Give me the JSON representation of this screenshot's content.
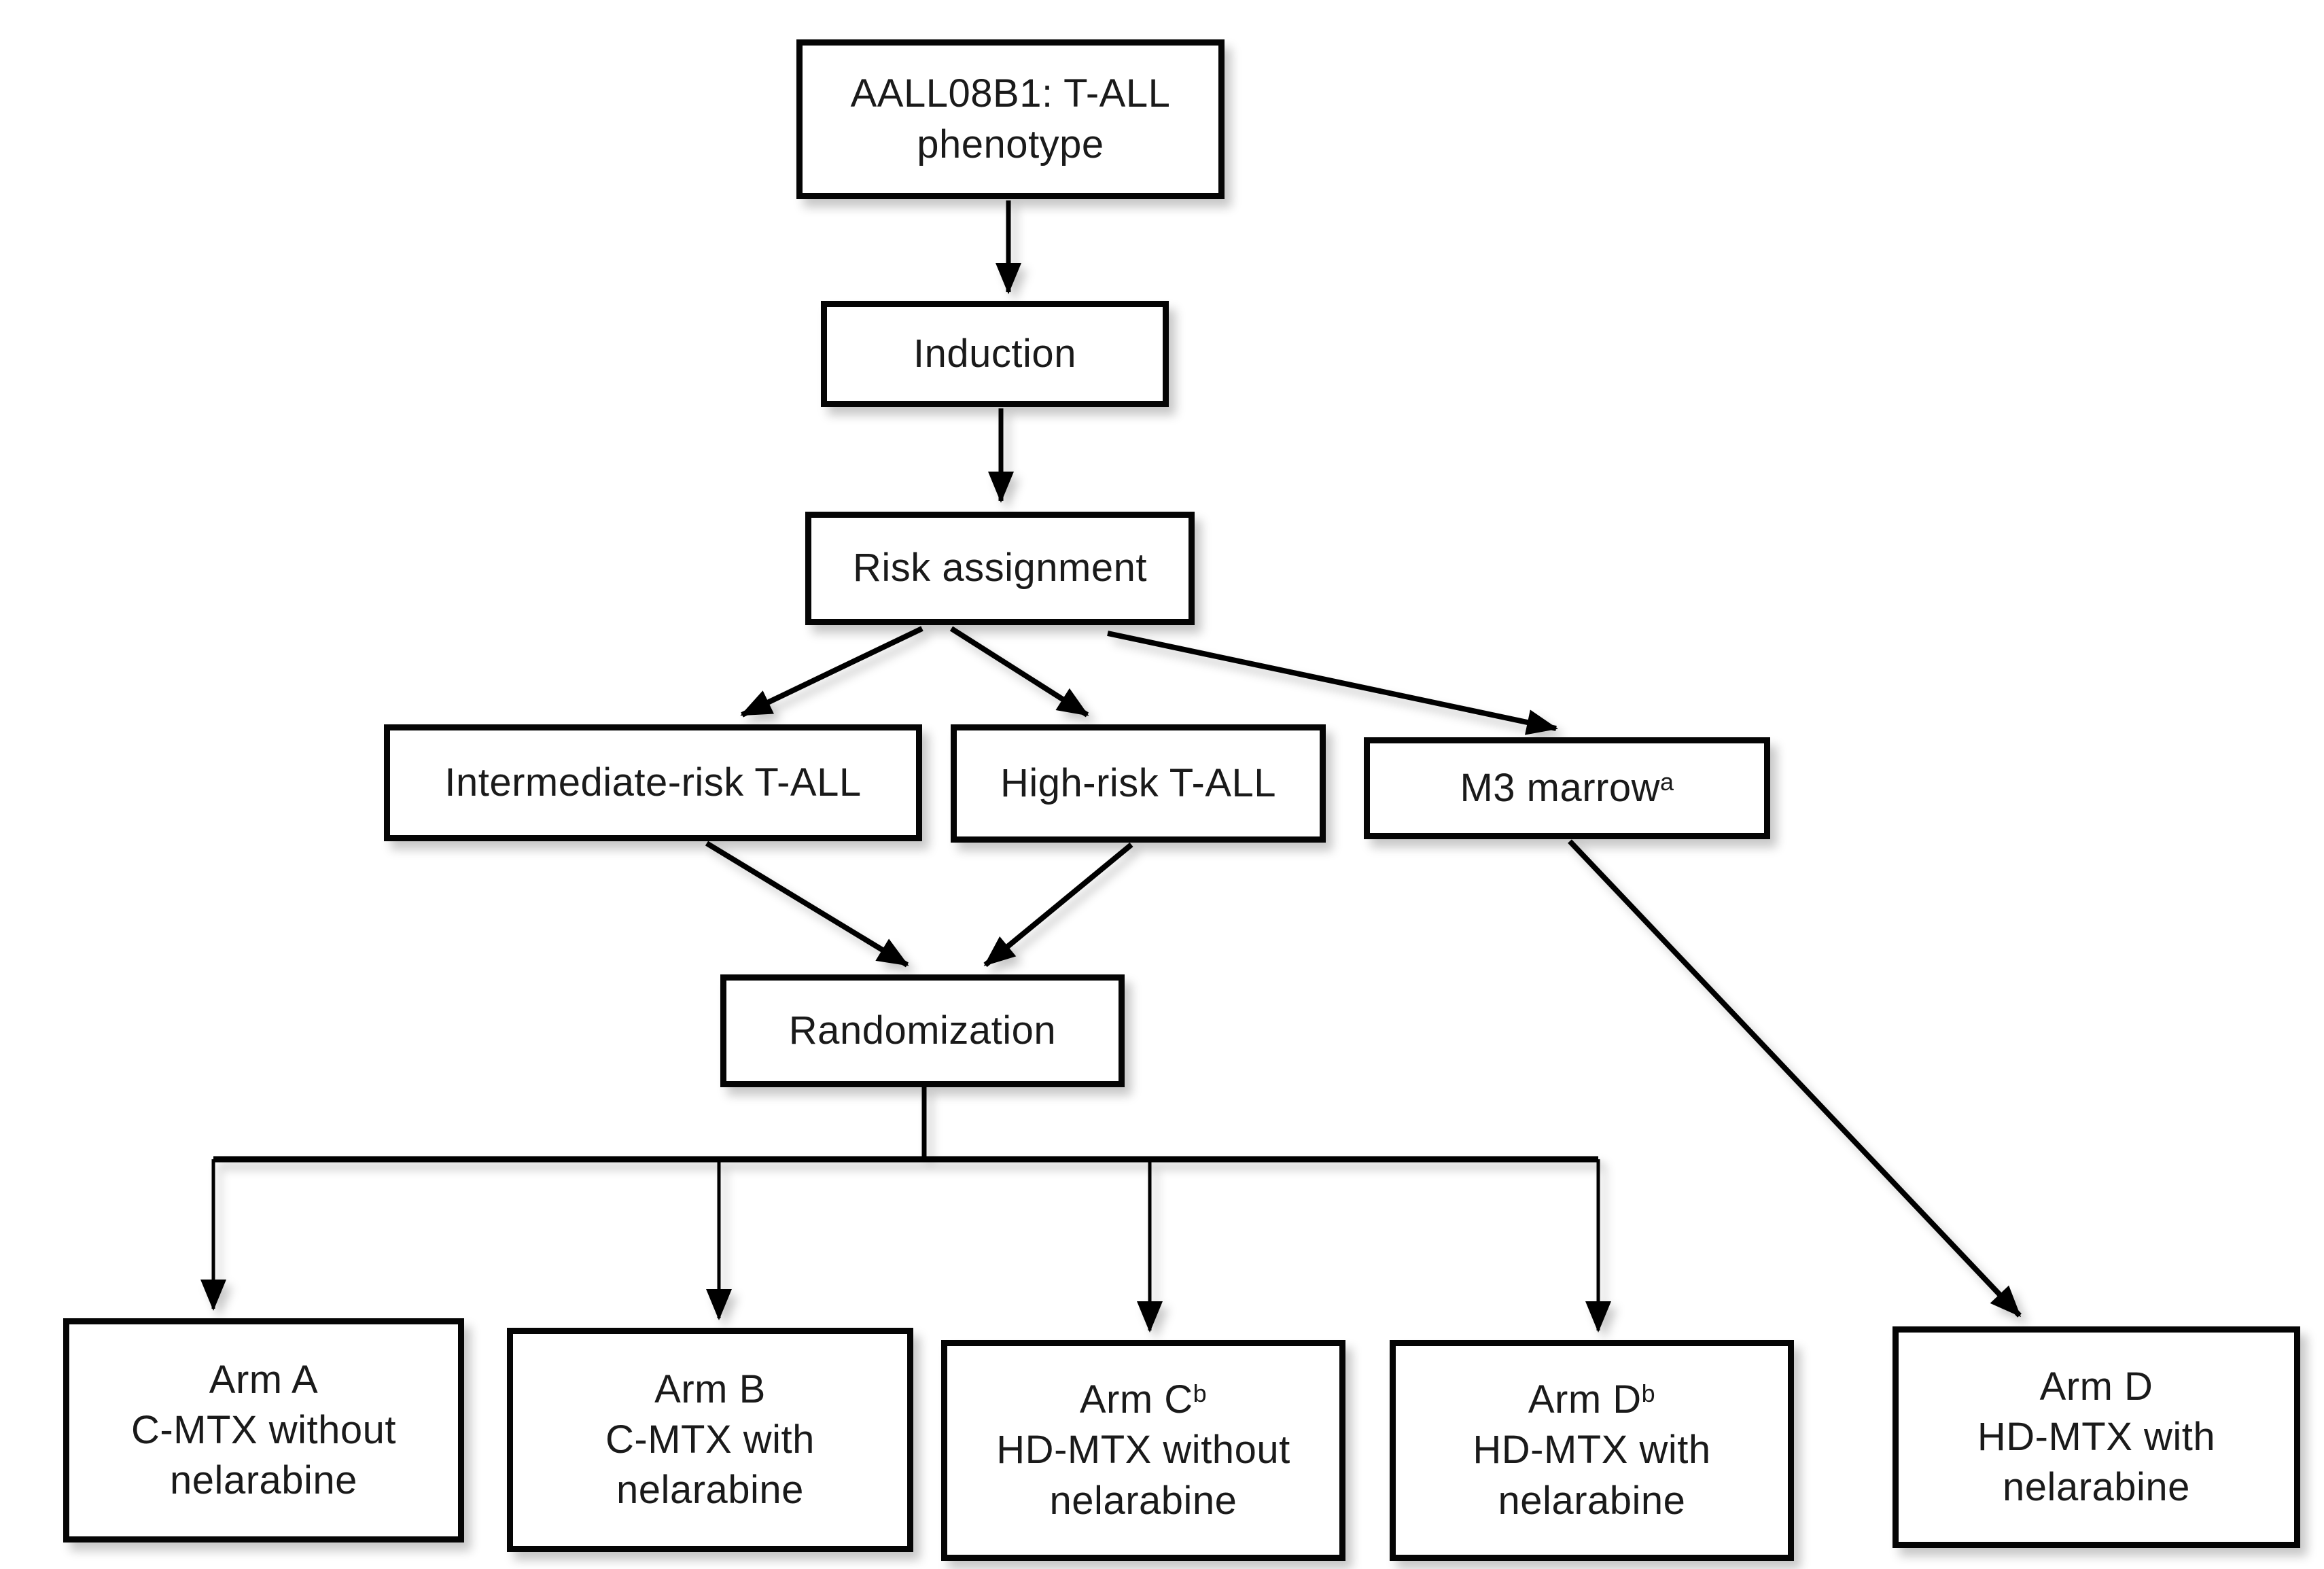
{
  "diagram": {
    "type": "flowchart",
    "colors": {
      "background": "#ffffff",
      "box_border": "#050505",
      "box_fill": "#ffffff",
      "text": "#1a1a1a",
      "line": "#000000"
    },
    "nodes": {
      "root": {
        "line1": "AALL08B1: T-ALL",
        "line2": "phenotype"
      },
      "induction": {
        "line1": "Induction"
      },
      "risk": {
        "line1": "Risk assignment"
      },
      "intermediate": {
        "line1": "Intermediate-risk T-ALL"
      },
      "high": {
        "line1": "High-risk T-ALL"
      },
      "m3": {
        "line1": "M3 marrow",
        "sup": "a"
      },
      "randomization": {
        "line1": "Randomization"
      },
      "armA": {
        "line1": "Arm A",
        "line2": "C-MTX without",
        "line3": "nelarabine"
      },
      "armB": {
        "line1": "Arm B",
        "line2": "C-MTX with",
        "line3": "nelarabine"
      },
      "armC": {
        "line1": "Arm C",
        "sup": "b",
        "line2": "HD-MTX without",
        "line3": "nelarabine"
      },
      "armD": {
        "line1": "Arm D",
        "sup": "b",
        "line2": "HD-MTX with",
        "line3": "nelarabine"
      },
      "armD2": {
        "line1": "Arm D",
        "line2": "HD-MTX with",
        "line3": "nelarabine"
      }
    },
    "edges": [
      {
        "from": "root",
        "to": "induction"
      },
      {
        "from": "induction",
        "to": "risk"
      },
      {
        "from": "risk",
        "to": "intermediate"
      },
      {
        "from": "risk",
        "to": "high"
      },
      {
        "from": "risk",
        "to": "m3"
      },
      {
        "from": "intermediate",
        "to": "randomization"
      },
      {
        "from": "high",
        "to": "randomization"
      },
      {
        "from": "randomization",
        "to": "armA"
      },
      {
        "from": "randomization",
        "to": "armB"
      },
      {
        "from": "randomization",
        "to": "armC"
      },
      {
        "from": "randomization",
        "to": "armD"
      },
      {
        "from": "m3",
        "to": "armD2"
      }
    ]
  }
}
